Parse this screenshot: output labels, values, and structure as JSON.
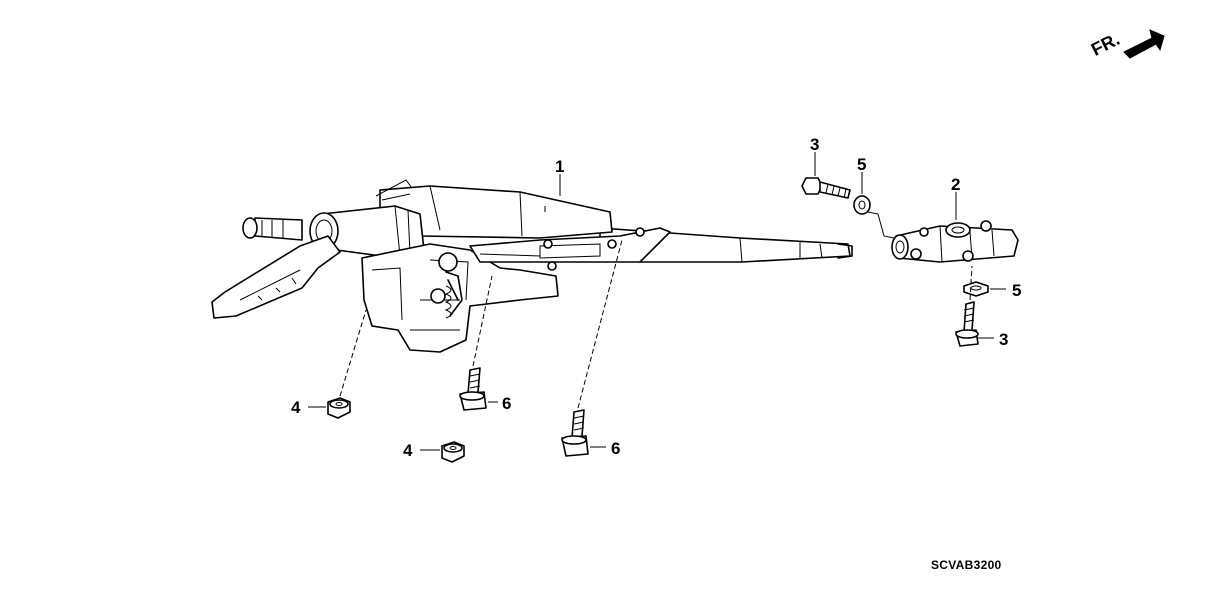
{
  "direction_indicator": {
    "label": "FR."
  },
  "callouts": {
    "c1": "1",
    "c2": "2",
    "c3_top": "3",
    "c3_right": "3",
    "c4_upper": "4",
    "c4_lower": "4",
    "c5_top": "5",
    "c5_right": "5",
    "c6_upper": "6",
    "c6_lower": "6"
  },
  "diagram_code": "SCVAB3200",
  "icons": {
    "direction_arrow": "front-arrow-icon"
  }
}
